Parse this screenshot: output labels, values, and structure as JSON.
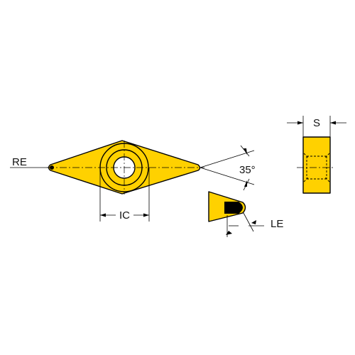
{
  "labels": {
    "re": "RE",
    "ic": "IC",
    "angle": "35°",
    "le": "LE",
    "s": "S"
  },
  "colors": {
    "insert": "#FFD100",
    "outline": "#000000",
    "background": "#FFFFFF"
  }
}
